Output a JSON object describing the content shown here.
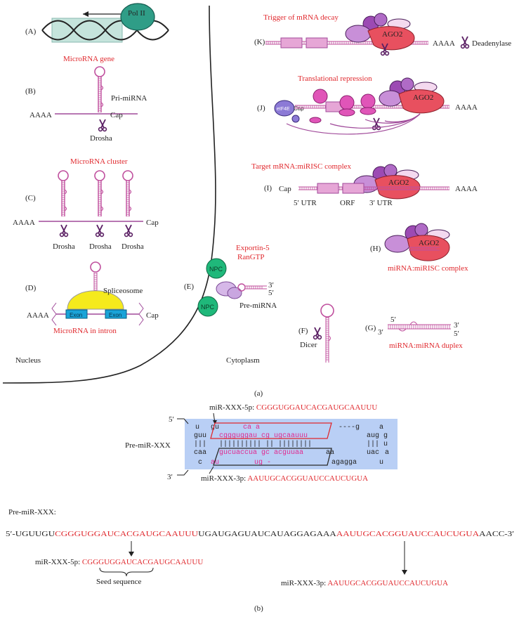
{
  "panel_a": {
    "A": {
      "tag": "(A)",
      "pol": "Pol II"
    },
    "B": {
      "tag": "(B)",
      "title": "MicroRNA gene",
      "pri": "Pri-miRNA",
      "aaaa": "AAAA",
      "cap": "Cap",
      "drosha": "Drosha"
    },
    "C": {
      "tag": "(C)",
      "title": "MicroRNA cluster",
      "aaaa": "AAAA",
      "cap": "Cap",
      "drosha": "Drosha"
    },
    "D": {
      "tag": "(D)",
      "spliceosome": "Spliceosome",
      "aaaa": "AAAA",
      "cap": "Cap",
      "exon": "Exon",
      "title": "MicroRNA in intron"
    },
    "nucleus": "Nucleus",
    "E": {
      "tag": "(E)",
      "exportin": "Exportin-5",
      "rangtp": "RanGTP",
      "npc": "NPC",
      "three": "3′",
      "five": "5′",
      "pre": "Pre-miRNA"
    },
    "cytoplasm": "Cytoplasm",
    "F": {
      "tag": "(F)",
      "dicer": "Dicer"
    },
    "G": {
      "tag": "(G)",
      "five": "5′",
      "three": "3′",
      "title": "miRNA:miRNA duplex"
    },
    "H": {
      "tag": "(H)",
      "ago": "AGO2",
      "title": "miRNA:miRISC complex"
    },
    "I": {
      "tag": "(I)",
      "title": "Target mRNA:miRISC complex",
      "cap": "Cap",
      "aaaa": "AAAA",
      "ago": "AGO2",
      "utr5": "5′ UTR",
      "orf": "ORF",
      "utr3": "3′ UTR"
    },
    "J": {
      "tag": "(J)",
      "title": "Translational repression",
      "eif": "eIF4E",
      "cap": "Cap",
      "ago": "AGO2",
      "aaaa": "AAAA"
    },
    "K": {
      "tag": "(K)",
      "title": "Trigger of mRNA decay",
      "ago": "AGO2",
      "aaaa": "AAAA",
      "dead": "Deadenylase"
    },
    "caption": "(a)"
  },
  "panel_b": {
    "mir5p_label": "miR-XXX-5p: ",
    "mir5p_seq": "CGGGUGGAUCACGAUGCAAUUU",
    "mir3p_label": "miR-XXX-3p: ",
    "mir3p_seq": "AAUUGCACGGUAUCCAUCUGUA",
    "five_prime": "5′",
    "three_prime": "3′",
    "pre_label": "Pre-miR-XXX",
    "hairpin": {
      "r1_a": "u",
      "r1_b": "gu",
      "r1_c": "ca   a",
      "r1_d": "----g",
      "r1_e": "a",
      "r2_a": "guu",
      "r2_b": "cggguggau  cg ugcaauuu",
      "r2_c": "aug",
      "r2_d": "g",
      "r3_a": "|||",
      "r3_b": "||||||||||  || ||||||||",
      "r3_c": "|||",
      "r3_d": "u",
      "r4_a": "caa",
      "r4_b": "gucuaccua  gc acguuaa",
      "r4_c": "aa",
      "r4_d": "uac",
      "r4_e": "a",
      "r5_a": "c",
      "r5_b": "au",
      "r5_c": "ug  -",
      "r5_d": "agagga",
      "r5_e": "u"
    },
    "full_label": "Pre-miR-XXX:",
    "full_prefix": "5′-UGUUGU",
    "full_5p": "CGGGUGGAUCACGAUGCAAUUU",
    "full_loop": "UGAUGAGUAUCAUAGGAGAAA",
    "full_3p": "AAUUGCACGGUAUCCAUCUGUA",
    "full_suffix": "AACC-3′",
    "seed": "Seed sequence",
    "caption": "(b)"
  },
  "colors": {
    "accent_red": "#e0282d",
    "magenta": "#d54aa8",
    "purple": "#6b2a7a",
    "ago": "#e8505f",
    "npc": "#1fb87a",
    "pol": "#2f9d87",
    "exon": "#1aa3d8",
    "spliceosome": "#f5ea1c",
    "hairpin_box": "#b9cff5"
  }
}
